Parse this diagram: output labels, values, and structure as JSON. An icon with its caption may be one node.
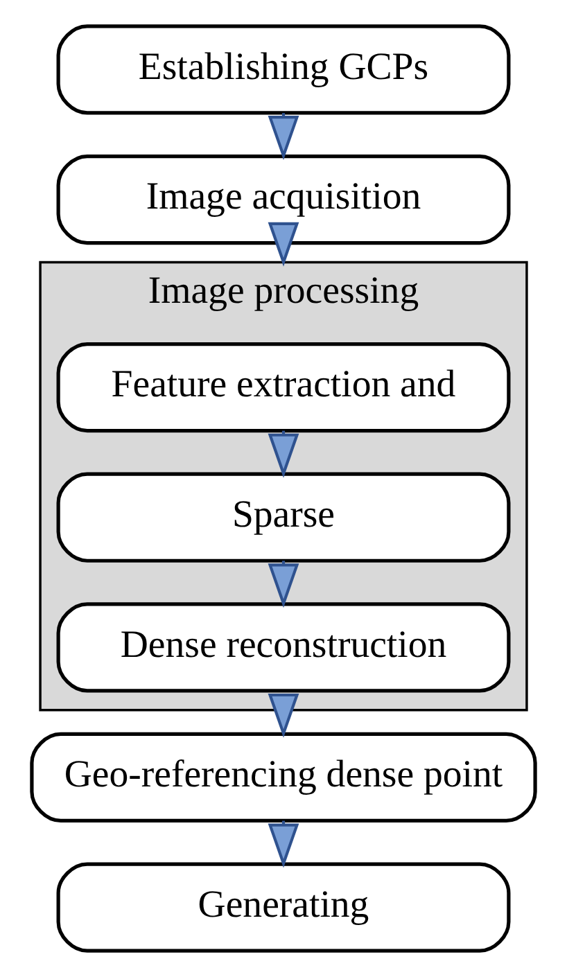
{
  "diagram": {
    "nodes": [
      {
        "text": [
          "Establishing GCPs"
        ]
      },
      {
        "text": [
          "Image acquisition"
        ]
      },
      {
        "text": [
          "Image processing"
        ]
      },
      {
        "text": [
          "Feature extraction and"
        ],
        "in": 2
      },
      {
        "text": [
          "Sparse"
        ],
        "in": 2
      },
      {
        "text": [
          "Dense reconstruction"
        ],
        "in": 2
      },
      {
        "text": [
          "Geo-referencing dense point"
        ]
      },
      {
        "text": [
          "Generating"
        ]
      }
    ],
    "edges": [
      {
        "from": 0,
        "to": 1,
        "arrow": "to"
      },
      {
        "from": 1,
        "to": 2,
        "arrow": "to"
      },
      {
        "from": 3,
        "to": 4,
        "arrow": "to"
      },
      {
        "from": 4,
        "to": 5,
        "arrow": "to"
      },
      {
        "from": 2,
        "to": 6,
        "arrow": "to"
      },
      {
        "from": 6,
        "to": 7,
        "arrow": "to"
      }
    ]
  }
}
